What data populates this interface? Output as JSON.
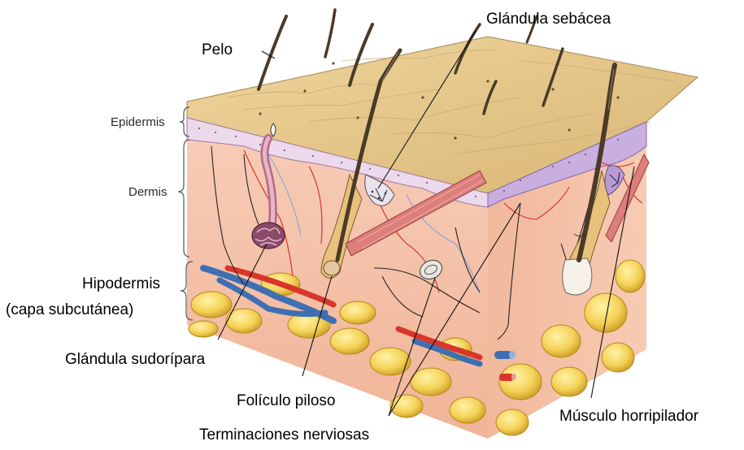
{
  "labels": {
    "pelo": "Pelo",
    "glandula_sebacea": "Glándula sebácea",
    "epidermis": "Epidermis",
    "dermis": "Dermis",
    "hipodermis_line1": "Hipodermis",
    "hipodermis_line2": "(capa subcutánea)",
    "glandula_sudoripara": "Glándula sudorípara",
    "foliculo_piloso": "Folículo piloso",
    "terminaciones_nerviosas": "Terminaciones nerviosas",
    "musculo_horripilador": "Músculo horripilador"
  },
  "colors": {
    "skin_surface": "#e8c98a",
    "epidermis": "#e9d6ea",
    "dermis": "#f6c3ac",
    "fat": "#f3d25a",
    "artery": "#d9352a",
    "vein": "#3f6fb2",
    "hair": "#4a3a28",
    "sweat_gland": "#8c4a6a",
    "nerve": "#222222"
  }
}
